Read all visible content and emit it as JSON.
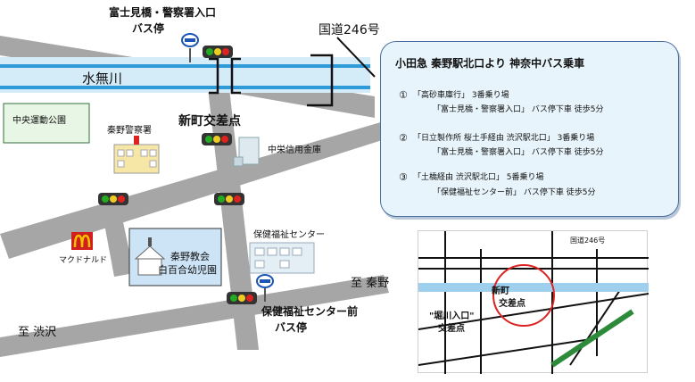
{
  "map": {
    "labels": {
      "bus_stop_top_line1": "富士見橋・警察署入口",
      "bus_stop_top_line2": "バス停",
      "route246": "国道246号",
      "river": "水無川",
      "park": "中央運動公園",
      "police": "秦野警察署",
      "intersection": "新町交差点",
      "credit": "中栄信用金庫",
      "mcdonalds": "マクドナルド",
      "church_line1": "秦野教会",
      "church_line2": "白百合幼児園",
      "health_center": "保健福祉センター",
      "bus_stop_bottom_line1": "保健福祉センター前",
      "bus_stop_bottom_line2": "バス停",
      "to_hadano": "至 秦野",
      "to_shibuya": "至 渋沢"
    },
    "icons": {
      "bus_top": "bus-stop-sign-icon",
      "bus_bottom": "bus-stop-sign-icon",
      "mcd": "mcdonalds-logo-icon",
      "traffic_light": "traffic-light-icon"
    },
    "colors": {
      "road": "#a6a6a6",
      "river": "#d4ebf8",
      "river_stripe": "#2f9ad8",
      "card_bg": "#e7f4fb",
      "card_border": "#4a6fa0",
      "church_bg": "#cde4f6",
      "mcd_red": "#d11f1f",
      "mcd_yellow": "#f2c500"
    }
  },
  "info": {
    "title": "小田急 秦野駅北口より 神奈中バス乗車",
    "items": [
      {
        "num": "①",
        "line1": "「高砂車庫行」 3番乗り場",
        "line2": "「富士見橋・警察署入口」 バス停下車 徒歩5分"
      },
      {
        "num": "②",
        "line1": "「日立製作所 桜土手経由 渋沢駅北口」 3番乗り場",
        "line2": "「富士見橋・警察署入口」 バス停下車 徒歩5分"
      },
      {
        "num": "③",
        "line1": "「土橋経由 渋沢駅北口」 5番乗り場",
        "line2": "「保健福祉センター前」 バス停下車 徒歩5分"
      }
    ]
  },
  "inset": {
    "labels": {
      "route246": "国道246号",
      "shinmachi": "新町",
      "intersection": "交差点",
      "horikawa": "\"堀川入口\"",
      "horikawa_sub": "交差点"
    }
  }
}
